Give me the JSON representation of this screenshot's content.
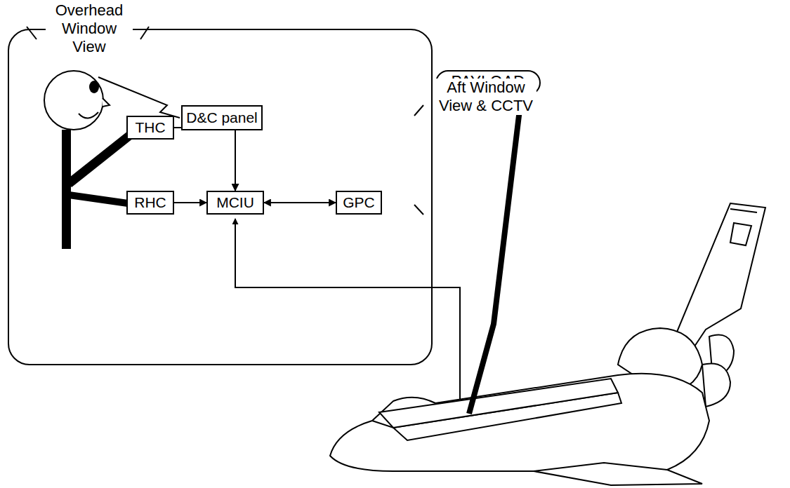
{
  "diagram": {
    "nodes": [
      {
        "text": [
          "D&C panel"
        ]
      },
      {
        "text": [
          "THC"
        ]
      },
      {
        "text": [
          "RHC"
        ]
      },
      {
        "text": [
          "MCIU"
        ]
      },
      {
        "text": [
          "GPC"
        ]
      },
      {
        "text": [
          "PAYLOAD"
        ]
      }
    ],
    "edges": [
      {
        "from": 1,
        "to": 3,
        "arrow": "to"
      },
      {
        "from": 2,
        "to": 3,
        "arrow": "to"
      },
      {
        "from": 3,
        "to": 4,
        "arrow": "both"
      }
    ],
    "labels": [
      "Overhead Window View",
      "Aft Window View & CCTV"
    ]
  }
}
